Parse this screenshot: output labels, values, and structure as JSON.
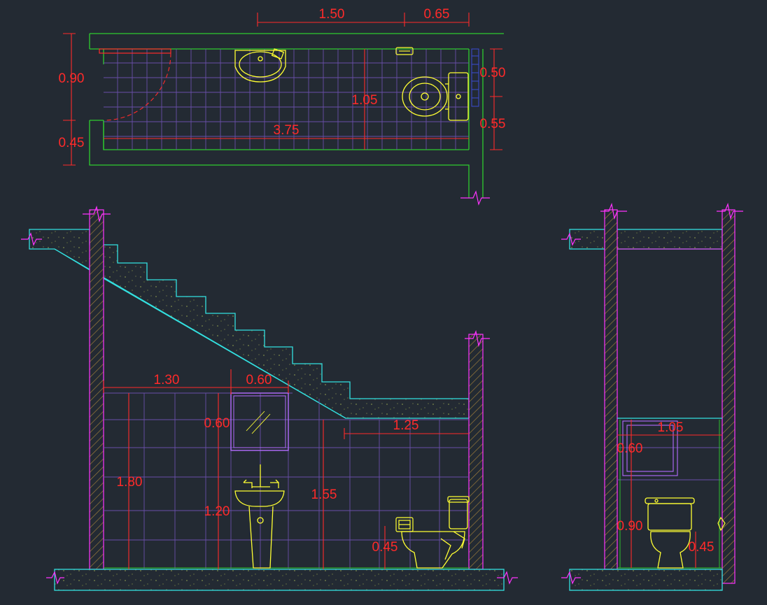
{
  "colors": {
    "background": "#232a33",
    "dimension": "#ff2a2a",
    "wall_outline": "#2ecc2e",
    "tile_grid": "#6a4fa8",
    "fixtures": "#ffff33",
    "concrete": "#33e0e0",
    "break_marks": "#ff33ff",
    "hatch": "#9a7a3a"
  },
  "plan": {
    "dims": {
      "top_sink": "1.50",
      "top_toilet": "0.65",
      "left_door": "0.90",
      "left_bottom": "0.45",
      "depth": "1.05",
      "length": "3.75",
      "toilet_upper": "0.50",
      "toilet_lower": "0.55"
    }
  },
  "section_long": {
    "dims": {
      "wall_to_mirror": "1.30",
      "mirror_width": "0.60",
      "mirror_height": "0.60",
      "tile_height": "1.80",
      "sink_height": "1.20",
      "ceiling_height": "1.55",
      "ceiling_length": "1.25",
      "paper_holder_height": "0.45"
    }
  },
  "section_short": {
    "dims": {
      "width": "1.05",
      "mirror_height": "0.60",
      "toilet_zone_height": "0.90",
      "holder_height": "0.45"
    }
  }
}
